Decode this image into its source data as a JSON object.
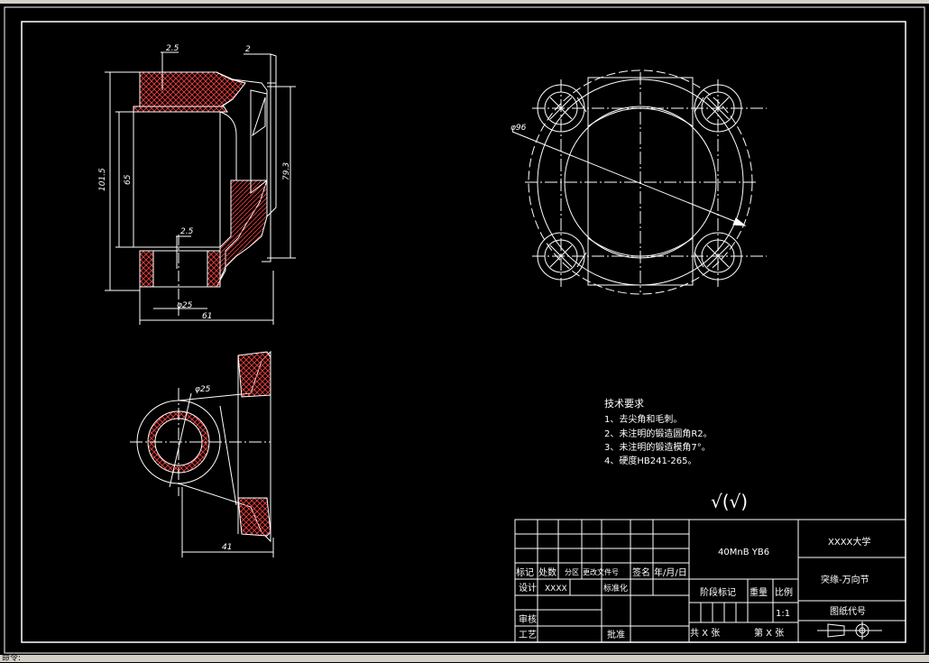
{
  "status_text": "命令:",
  "colors": {
    "background": "#000000",
    "line": "#ffffff",
    "hatch": "#ff4040"
  },
  "dimensions": {
    "d_2_5_top": "2.5",
    "d_2_right": "2",
    "d_101_5": "101.5",
    "d_65": "65",
    "d_79_3": "79.3",
    "d_2_5_mid": "2.5",
    "d_phi25_front": "φ25",
    "d_61": "61",
    "d_phi96": "φ96",
    "d_phi25_bottom": "φ25",
    "d_41": "41"
  },
  "tech_req": {
    "title": "技术要求",
    "items": [
      "1、去尖角和毛刺。",
      "2、未注明的锻造圆角R2。",
      "3、未注明的锻造模角7°。",
      "4、硬度HB241-265。"
    ]
  },
  "roughness": "√(√)",
  "title_block": {
    "material": "40MnB  YB6",
    "school": "XXXX大学",
    "part_name": "突缘-万向节",
    "drawing_code": "图纸代号",
    "h_mark": "标记",
    "h_count": "处数",
    "h_zone": "分区",
    "h_docno": "更改文件号",
    "h_sign": "签名",
    "h_date": "年/月/日",
    "r_design": "设计",
    "r_design_name": "XXXX",
    "r_standard": "标准化",
    "r_check": "审核",
    "r_process": "工艺",
    "r_approve": "批准",
    "stage_mark": "阶段标记",
    "weight": "重量",
    "scale": "比例",
    "scale_value": "1:1",
    "total": "共  X  张",
    "sheet": "第  X  张"
  }
}
